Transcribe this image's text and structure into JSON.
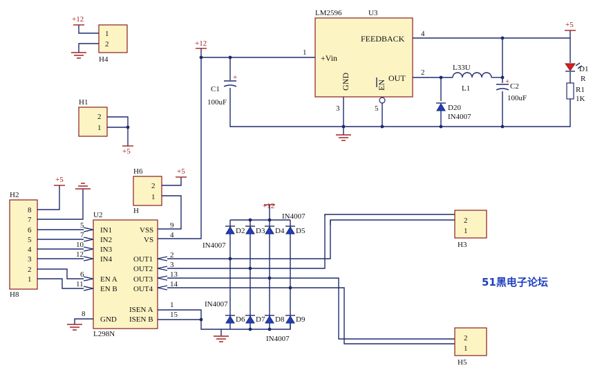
{
  "rails": {
    "p12": "+12",
    "p5": "+5"
  },
  "u3": {
    "name": "LM2596",
    "ref": "U3",
    "pins": {
      "feedback": "FEEDBACK",
      "vin": "+Vin",
      "gnd": "GND",
      "en": "EN",
      "out": "OUT"
    },
    "pin_numbers": {
      "vin": "1",
      "out": "2",
      "gnd": "3",
      "feedback": "4",
      "en": "5"
    }
  },
  "c1": {
    "ref": "C1",
    "value": "100uF"
  },
  "c2": {
    "ref": "C2",
    "value": "100uF"
  },
  "l1": {
    "ref": "L1",
    "value": "L33U"
  },
  "d20": {
    "ref": "D20",
    "value": "IN4007"
  },
  "d1": {
    "ref": "D1"
  },
  "r1": {
    "ref": "R1",
    "value": "1K",
    "type": "R"
  },
  "headers": {
    "h4": {
      "ref": "H4",
      "pins": [
        "1",
        "2"
      ]
    },
    "h1": {
      "ref": "H1",
      "pins": [
        "2",
        "1"
      ]
    },
    "h6": {
      "ref": "H6",
      "pins": [
        "2",
        "1"
      ],
      "value": "H"
    },
    "h2": {
      "ref": "H2",
      "value": "H8",
      "pins": [
        "8",
        "7",
        "6",
        "5",
        "4",
        "3",
        "2",
        "1"
      ]
    },
    "h3": {
      "ref": "H3",
      "pins": [
        "2",
        "1"
      ]
    },
    "h5": {
      "ref": "H5",
      "pins": [
        "2",
        "1"
      ]
    }
  },
  "u2": {
    "ref": "U2",
    "name": "L298N",
    "left_pins": [
      {
        "label": "IN1",
        "num": "5"
      },
      {
        "label": "IN2",
        "num": "7"
      },
      {
        "label": "IN3",
        "num": "10"
      },
      {
        "label": "IN4",
        "num": "12"
      },
      {
        "label": "EN A",
        "num": "6"
      },
      {
        "label": "EN B",
        "num": "11"
      },
      {
        "label": "GND",
        "num": "8"
      }
    ],
    "right_pins": [
      {
        "label": "VSS",
        "num": "9"
      },
      {
        "label": "VS",
        "num": "4"
      },
      {
        "label": "OUT1",
        "num": "2"
      },
      {
        "label": "OUT2",
        "num": "3"
      },
      {
        "label": "OUT3",
        "num": "13"
      },
      {
        "label": "OUT4",
        "num": "14"
      },
      {
        "label": "ISEN A",
        "num": "1"
      },
      {
        "label": "ISEN B",
        "num": "15"
      }
    ]
  },
  "diodes": {
    "top": [
      "D2",
      "D3",
      "D4",
      "D5"
    ],
    "bottom": [
      "D6",
      "D7",
      "D8",
      "D9"
    ],
    "part_labels": [
      "IN4007",
      "IN4007",
      "IN4007",
      "IN4007"
    ]
  },
  "watermark": "51黑电子论坛",
  "colors": {
    "wire": "#1e2a6e",
    "power": "#a02020",
    "body_fill": "#fdf4c4",
    "body_stroke": "#8a1c1c",
    "diode": "#1f3fbf"
  }
}
